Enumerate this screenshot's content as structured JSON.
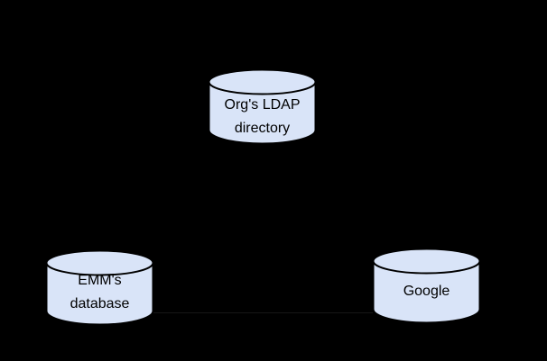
{
  "colors": {
    "background": "#000000",
    "cylinder_fill": "#d9e4f8",
    "cylinder_stroke": "#000000",
    "label_text": "#000000",
    "faint_connector": "#161616"
  },
  "nodes": {
    "ldap": {
      "label_line1": "Org's LDAP",
      "label_line2": "directory"
    },
    "emm": {
      "label_line1": "EMM's",
      "label_line2": "database"
    },
    "google": {
      "label": "Google"
    }
  }
}
